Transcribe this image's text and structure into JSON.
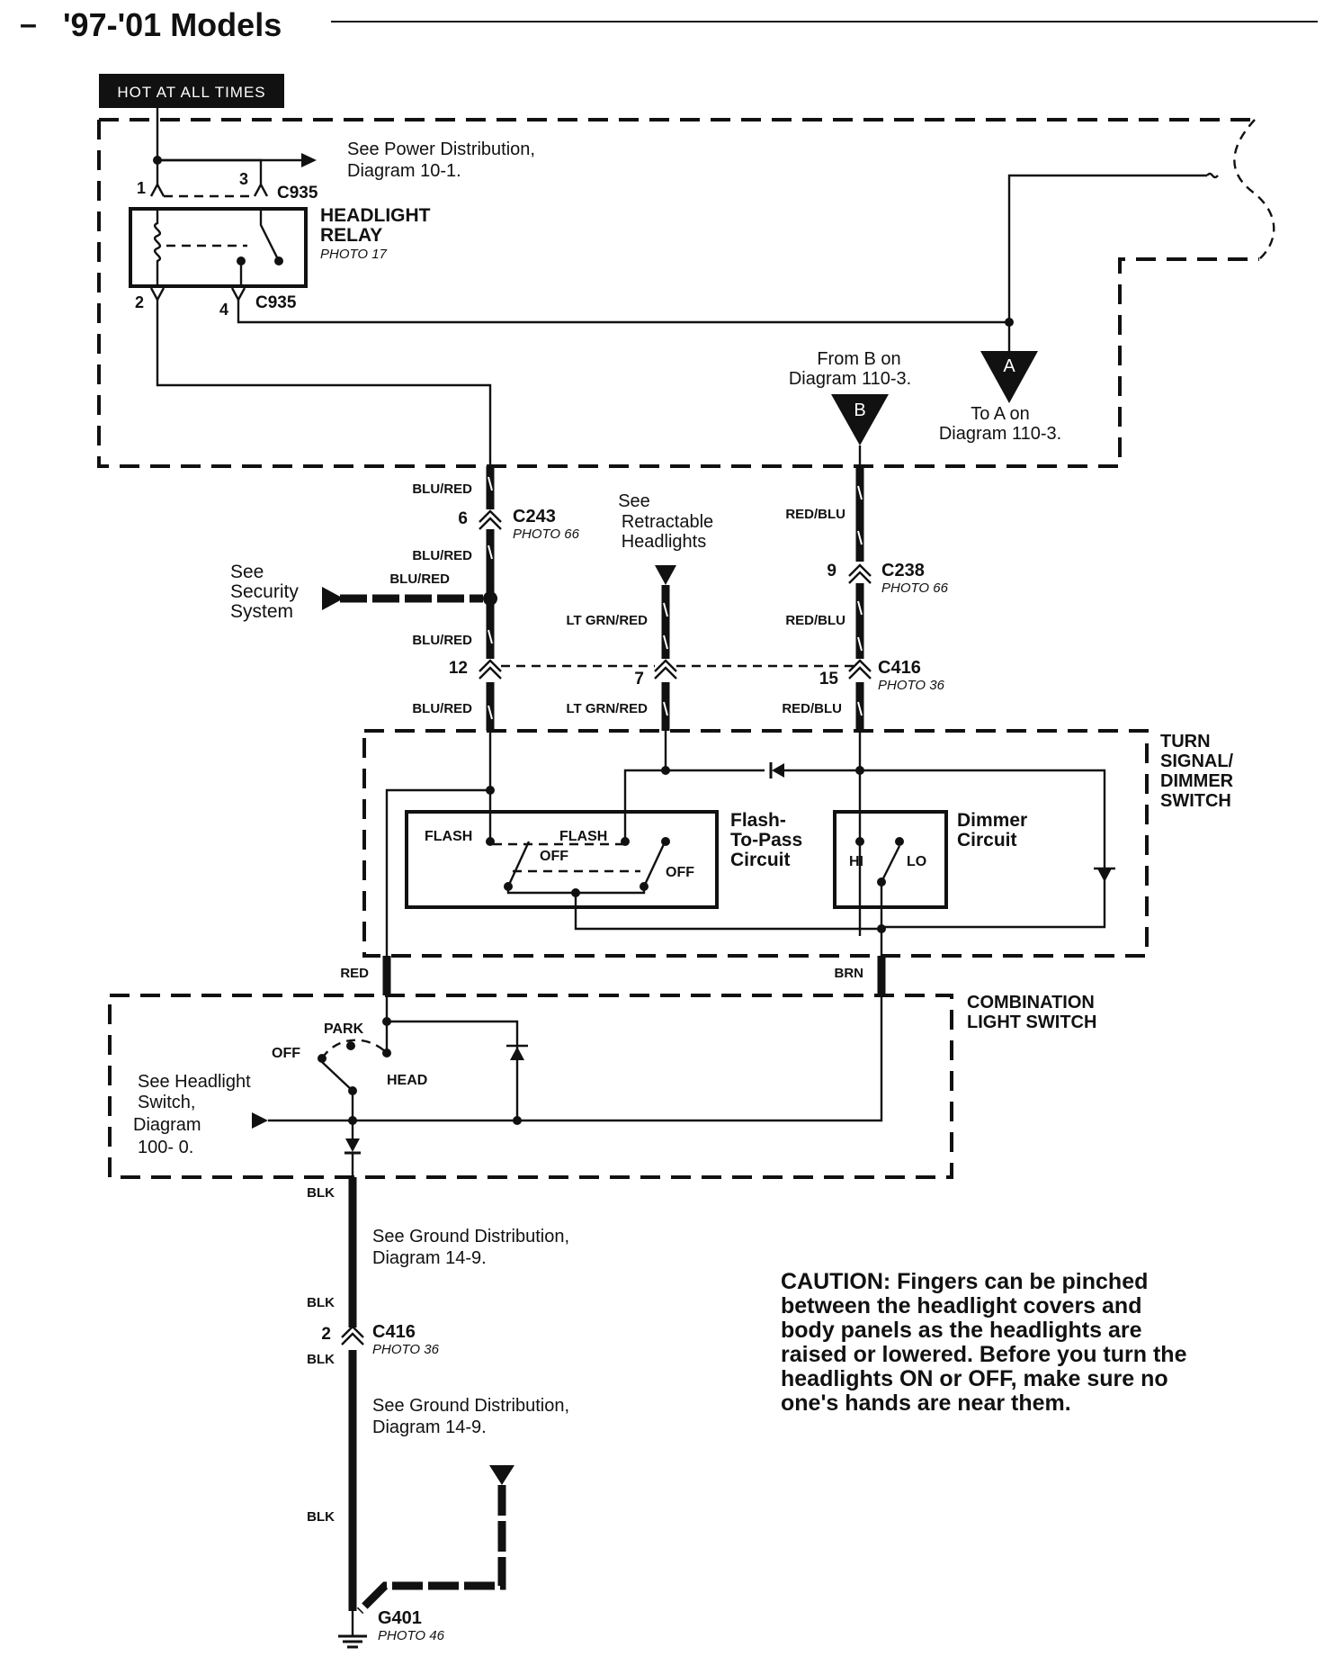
{
  "header": {
    "dash": "–",
    "title": "'97-'01 Models"
  },
  "hot_label": "HOT AT ALL TIMES",
  "relay": {
    "name_line1": "HEADLIGHT",
    "name_line2": "RELAY",
    "photo": "PHOTO 17",
    "connector_top": "C935",
    "connector_bottom": "C935",
    "pin1": "1",
    "pin2": "2",
    "pin3": "3",
    "pin4": "4"
  },
  "power_ref": {
    "line1": "See Power Distribution,",
    "line2": "Diagram 10-1."
  },
  "from_b": {
    "line1": "From B on",
    "line2": "Diagram 110-3.",
    "letter": "B"
  },
  "to_a": {
    "line1": "To A on",
    "line2": "Diagram 110-3.",
    "letter": "A"
  },
  "wires": {
    "blu_red": "BLU/RED",
    "red_blu": "RED/BLU",
    "lt_grn_red": "LT GRN/RED",
    "red": "RED",
    "brn": "BRN",
    "blk": "BLK"
  },
  "c243": {
    "name": "C243",
    "photo": "PHOTO 66",
    "pin": "6"
  },
  "c238": {
    "name": "C238",
    "photo": "PHOTO 66",
    "pin": "9"
  },
  "c416_top": {
    "name": "C416",
    "photo": "PHOTO 36",
    "pin12": "12",
    "pin7": "7",
    "pin15": "15"
  },
  "c416_bottom": {
    "name": "C416",
    "photo": "PHOTO 36",
    "pin": "2"
  },
  "g401": {
    "name": "G401",
    "photo": "PHOTO 46"
  },
  "security": {
    "line1": "See",
    "line2": "Security",
    "line3": "System"
  },
  "retractable": {
    "line1": "See",
    "line2": "Retractable",
    "line3": "Headlights"
  },
  "turn_signal": {
    "line1": "TURN",
    "line2": "SIGNAL/",
    "line3": "DIMMER",
    "line4": "SWITCH"
  },
  "flash_to_pass": {
    "line1": "Flash-",
    "line2": "To-Pass",
    "line3": "Circuit",
    "flash_left": "FLASH",
    "flash_right": "FLASH",
    "off_left": "OFF",
    "off_right": "OFF"
  },
  "dimmer": {
    "line1": "Dimmer",
    "line2": "Circuit",
    "hi": "HI",
    "lo": "LO"
  },
  "combination": {
    "line1": "COMBINATION",
    "line2": "LIGHT SWITCH",
    "park": "PARK",
    "off": "OFF",
    "head": "HEAD"
  },
  "headlight_ref": {
    "line1": "See Headlight",
    "line2": "Switch,",
    "line3": "Diagram",
    "line4": "100- 0."
  },
  "ground_ref1": {
    "line1": "See Ground Distribution,",
    "line2": "Diagram 14-9."
  },
  "ground_ref2": {
    "line1": "See Ground Distribution,",
    "line2": "Diagram 14-9."
  },
  "caution": {
    "line1": "CAUTION: Fingers can be pinched",
    "line2": "between the headlight covers and",
    "line3": "body panels as the headlights are",
    "line4": "raised or lowered. Before you turn the",
    "line5": "headlights ON or OFF, make sure no",
    "line6": "one's hands are near them."
  }
}
